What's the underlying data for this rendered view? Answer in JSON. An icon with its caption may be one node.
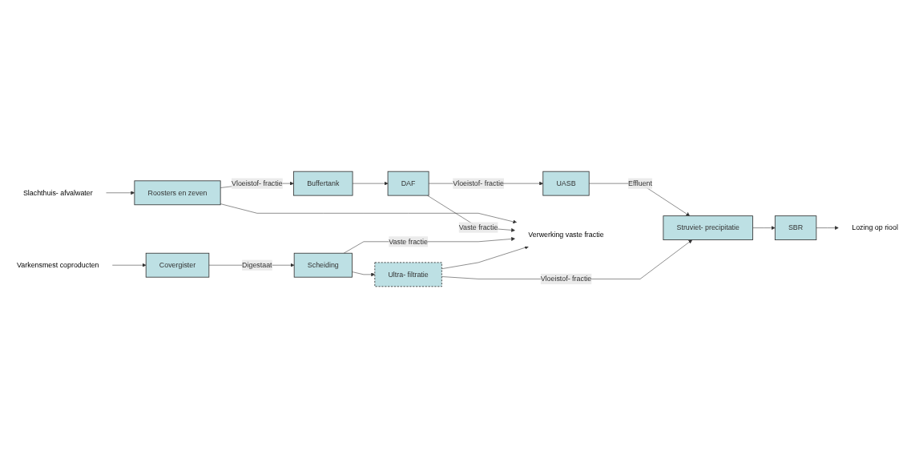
{
  "diagram": {
    "nodes": [
      {
        "text": [
          "Roosters en zeven"
        ]
      },
      {
        "text": [
          "Slachthuis- afvalwater"
        ]
      },
      {
        "text": [
          "Buffertank"
        ]
      },
      {
        "text": [
          "DAF"
        ]
      },
      {
        "text": [
          "UASB"
        ]
      },
      {
        "text": [
          "Struviet- precipitatie"
        ]
      },
      {
        "text": [
          "SBR"
        ]
      },
      {
        "text": [
          "Lozing op riool"
        ]
      },
      {
        "text": [
          "Verwerking vaste fractie"
        ]
      },
      {
        "text": [
          "Varkensmest coproducten"
        ]
      },
      {
        "text": [
          "Covergister"
        ]
      },
      {
        "text": [
          "Scheiding"
        ]
      },
      {
        "text": [
          "Ultra- filtratie"
        ]
      }
    ],
    "edges": [
      {
        "from": 1,
        "to": 0,
        "arrow": "to"
      },
      {
        "from": 0,
        "to": 2,
        "arrow": "to",
        "label": "Vloeistof- fractie"
      },
      {
        "from": 0,
        "to": 8,
        "arrow": "to"
      },
      {
        "from": 2,
        "to": 3,
        "arrow": "to"
      },
      {
        "from": 3,
        "to": 4,
        "arrow": "to",
        "label": "Vloeistof- fractie"
      },
      {
        "from": 3,
        "to": 8,
        "arrow": "to",
        "label": "Vaste fractie"
      },
      {
        "from": 4,
        "to": 5,
        "arrow": "to",
        "label": "Effluent"
      },
      {
        "from": 5,
        "to": 6,
        "arrow": "to"
      },
      {
        "from": 6,
        "to": 7,
        "arrow": "to"
      },
      {
        "from": 9,
        "to": 10,
        "arrow": "to"
      },
      {
        "from": 10,
        "to": 11,
        "arrow": "to",
        "label": "Digestaat"
      },
      {
        "from": 11,
        "to": 12,
        "arrow": "to"
      },
      {
        "from": 11,
        "to": 8,
        "arrow": "to",
        "label": "Vaste fractie"
      },
      {
        "from": 12,
        "to": 8,
        "arrow": "to"
      },
      {
        "from": 12,
        "to": 5,
        "arrow": "to",
        "label": "Vloeistof- fractie"
      }
    ]
  }
}
